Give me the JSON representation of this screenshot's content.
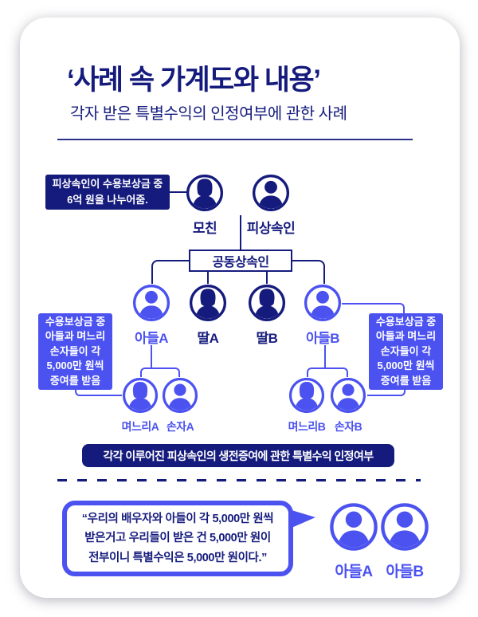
{
  "colors": {
    "navy": "#151b7d",
    "periwinkle": "#4b52f0",
    "background": "#ffffff"
  },
  "header": {
    "title": "‘사례 속 가계도와 내용’",
    "subtitle": "각자 받은 특별수익의 인정여부에 관한 사례"
  },
  "callouts": {
    "top": {
      "lines": [
        "피상속인이 수용보상금 중",
        "6억 원을 나누어줌."
      ]
    },
    "left": {
      "lines": [
        "수용보상금 중",
        "아들과 며느리",
        "손자들이 각",
        "5,000만 원씩",
        "증여를 받음"
      ]
    },
    "right": {
      "lines": [
        "수용보상금 중",
        "아들과 며느리",
        "손자들이 각",
        "5,000만 원씩",
        "증여를 받음"
      ]
    }
  },
  "tree": {
    "parents": [
      {
        "label": "모친",
        "icon": "female"
      },
      {
        "label": "피상속인",
        "icon": "male"
      }
    ],
    "group_box_label": "공동상속인",
    "children": [
      {
        "label": "아들A",
        "icon": "male"
      },
      {
        "label": "딸A",
        "icon": "female"
      },
      {
        "label": "딸B",
        "icon": "female"
      },
      {
        "label": "아들B",
        "icon": "male"
      }
    ],
    "family_a": [
      {
        "label": "며느리A",
        "icon": "female"
      },
      {
        "label": "손자A",
        "icon": "male"
      }
    ],
    "family_b": [
      {
        "label": "며느리B",
        "icon": "female"
      },
      {
        "label": "손자B",
        "icon": "male"
      }
    ]
  },
  "banner": "각각 이루어진 피상속인의 생전증여에 관한 특별수익 인정여부",
  "quote": {
    "lines": [
      "“우리의 배우자와 아들이 각 5,000만 원씩",
      "받은거고 우리들이 받은 건 5,000만 원이",
      "전부이니 특별수익은 5,000만 원이다.”"
    ]
  },
  "bottom": {
    "persons": [
      {
        "label": "아들A",
        "icon": "male"
      },
      {
        "label": "아들B",
        "icon": "male"
      }
    ]
  }
}
